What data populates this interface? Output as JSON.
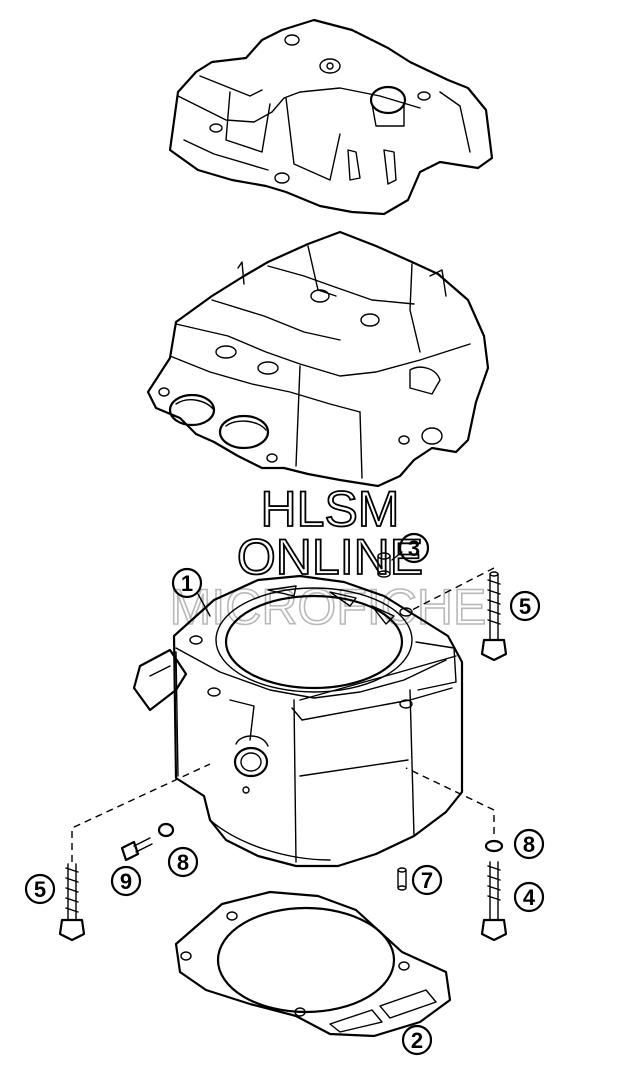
{
  "watermark": {
    "line1": "HLSM",
    "line2": "ONLINE",
    "line3": "MICROFICHE"
  },
  "callouts": [
    {
      "id": "callout-1",
      "label": "1"
    },
    {
      "id": "callout-2",
      "label": "2"
    },
    {
      "id": "callout-3",
      "label": "3"
    },
    {
      "id": "callout-4",
      "label": "4"
    },
    {
      "id": "callout-5-right",
      "label": "5"
    },
    {
      "id": "callout-5-left",
      "label": "5"
    },
    {
      "id": "callout-7",
      "label": "7"
    },
    {
      "id": "callout-8-right",
      "label": "8"
    },
    {
      "id": "callout-8-left",
      "label": "8"
    },
    {
      "id": "callout-9",
      "label": "9"
    }
  ]
}
